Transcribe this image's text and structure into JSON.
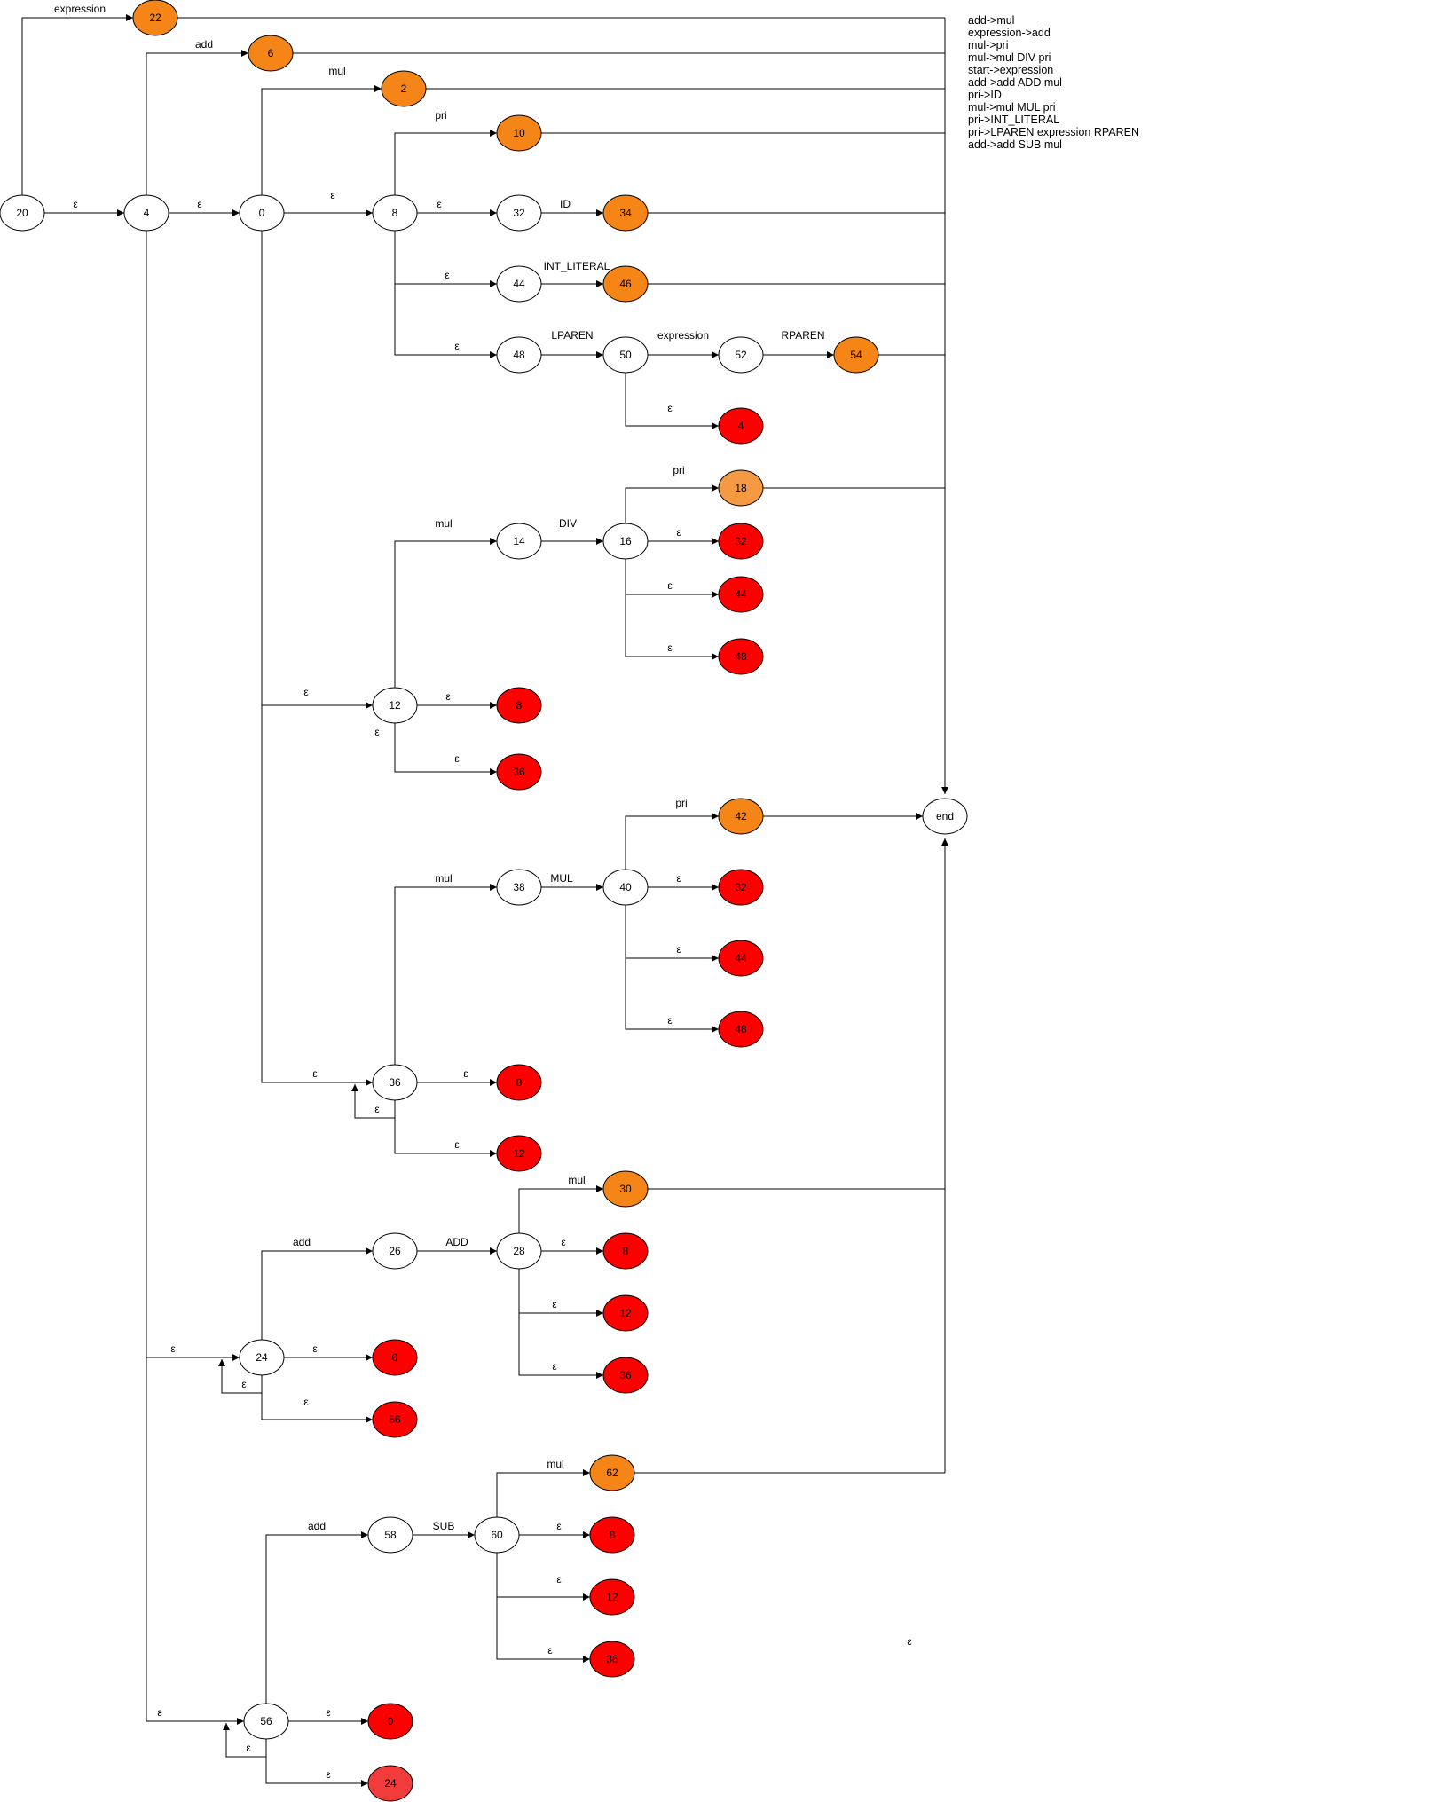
{
  "nodes": {
    "n20": {
      "label": "20",
      "kind": "state"
    },
    "n4": {
      "label": "4",
      "kind": "state"
    },
    "n0": {
      "label": "0",
      "kind": "state"
    },
    "n8": {
      "label": "8",
      "kind": "state"
    },
    "n32": {
      "label": "32",
      "kind": "state"
    },
    "n44": {
      "label": "44",
      "kind": "state"
    },
    "n48": {
      "label": "48",
      "kind": "state"
    },
    "n50": {
      "label": "50",
      "kind": "state"
    },
    "n52": {
      "label": "52",
      "kind": "state"
    },
    "n14": {
      "label": "14",
      "kind": "state"
    },
    "n16": {
      "label": "16",
      "kind": "state"
    },
    "n12": {
      "label": "12",
      "kind": "state"
    },
    "n38": {
      "label": "38",
      "kind": "state"
    },
    "n40": {
      "label": "40",
      "kind": "state"
    },
    "n36": {
      "label": "36",
      "kind": "state"
    },
    "n26": {
      "label": "26",
      "kind": "state"
    },
    "n28": {
      "label": "28",
      "kind": "state"
    },
    "n24": {
      "label": "24",
      "kind": "state"
    },
    "n58": {
      "label": "58",
      "kind": "state"
    },
    "n60": {
      "label": "60",
      "kind": "state"
    },
    "n56": {
      "label": "56",
      "kind": "state"
    },
    "end": {
      "label": "end",
      "kind": "state"
    },
    "a22": {
      "label": "22",
      "kind": "accept"
    },
    "a6": {
      "label": "6",
      "kind": "accept"
    },
    "a2": {
      "label": "2",
      "kind": "accept"
    },
    "a10": {
      "label": "10",
      "kind": "accept"
    },
    "a34": {
      "label": "34",
      "kind": "accept"
    },
    "a46": {
      "label": "46",
      "kind": "accept"
    },
    "a54": {
      "label": "54",
      "kind": "accept"
    },
    "a18": {
      "label": "18",
      "kind": "accept-light"
    },
    "a42": {
      "label": "42",
      "kind": "accept"
    },
    "a30": {
      "label": "30",
      "kind": "accept"
    },
    "a62": {
      "label": "62",
      "kind": "accept"
    },
    "r50_4": {
      "label": "4",
      "kind": "ref"
    },
    "r16_32": {
      "label": "32",
      "kind": "ref"
    },
    "r16_44": {
      "label": "44",
      "kind": "ref"
    },
    "r16_48": {
      "label": "48",
      "kind": "ref"
    },
    "r12_8": {
      "label": "8",
      "kind": "ref"
    },
    "r12_36": {
      "label": "36",
      "kind": "ref"
    },
    "r40_32": {
      "label": "32",
      "kind": "ref"
    },
    "r40_44": {
      "label": "44",
      "kind": "ref"
    },
    "r40_48": {
      "label": "48",
      "kind": "ref"
    },
    "r36_8": {
      "label": "8",
      "kind": "ref"
    },
    "r36_12": {
      "label": "12",
      "kind": "ref"
    },
    "r28_8": {
      "label": "8",
      "kind": "ref"
    },
    "r28_12": {
      "label": "12",
      "kind": "ref"
    },
    "r28_36": {
      "label": "36",
      "kind": "ref"
    },
    "r24_0": {
      "label": "0",
      "kind": "ref"
    },
    "r24_56": {
      "label": "56",
      "kind": "ref"
    },
    "r60_8": {
      "label": "8",
      "kind": "ref"
    },
    "r60_12": {
      "label": "12",
      "kind": "ref"
    },
    "r60_36": {
      "label": "36",
      "kind": "ref"
    },
    "r56_0": {
      "label": "0",
      "kind": "ref"
    },
    "r56_24": {
      "label": "24",
      "kind": "ref-light"
    }
  },
  "edge_labels": {
    "e20_22": "expression",
    "e4_6": "add",
    "e0_2": "mul",
    "e8_10": "pri",
    "e20_4": "ε",
    "e4_0": "ε",
    "e0_8": "ε",
    "e8_32": "ε",
    "e32_34": "ID",
    "e8_44": "ε",
    "e44_46": "INT_LITERAL",
    "e8_48": "ε",
    "e48_50": "LPAREN",
    "e50_52": "expression",
    "e52_54": "RPAREN",
    "e50_4": "ε",
    "e16_18": "pri",
    "e12_14": "mul",
    "e14_16": "DIV",
    "e16_32": "ε",
    "e16_44": "ε",
    "e16_48": "ε",
    "e0_12": "ε",
    "e12_8": "ε",
    "e12_side": "ε",
    "e12_36": "ε",
    "e40_42": "pri",
    "e36_38": "mul",
    "e38_40": "MUL",
    "e40_32": "ε",
    "e40_44": "ε",
    "e40_48": "ε",
    "e0_36": "ε",
    "e36_8": "ε",
    "e36_loop": "ε",
    "e36_12": "ε",
    "e28_30": "mul",
    "e24_26": "add",
    "e26_28": "ADD",
    "e28_8": "ε",
    "e28_12": "ε",
    "e28_36": "ε",
    "e4_24": "ε",
    "e24_0": "ε",
    "e24_loop": "ε",
    "e24_56": "ε",
    "e60_62": "mul",
    "e56_58": "add",
    "e58_60": "SUB",
    "e60_8": "ε",
    "e60_12": "ε",
    "e60_36": "ε",
    "e4_56": "ε",
    "e56_0": "ε",
    "e56_loop": "ε",
    "e56_24": "ε",
    "stray": "ε"
  },
  "grammar": [
    "add->mul",
    "expression->add",
    "mul->pri",
    "mul->mul DIV pri",
    "start->expression",
    "add->add ADD mul",
    "pri->ID",
    "mul->mul MUL pri",
    "pri->INT_LITERAL",
    "pri->LPAREN expression RPAREN",
    "add->add SUB mul"
  ],
  "colors": {
    "state": "#ffffff",
    "accept": "#f58517",
    "accept-light": "#f59a42",
    "ref": "#ff0000",
    "ref-light": "#f23c3c",
    "stroke": "#000000"
  }
}
